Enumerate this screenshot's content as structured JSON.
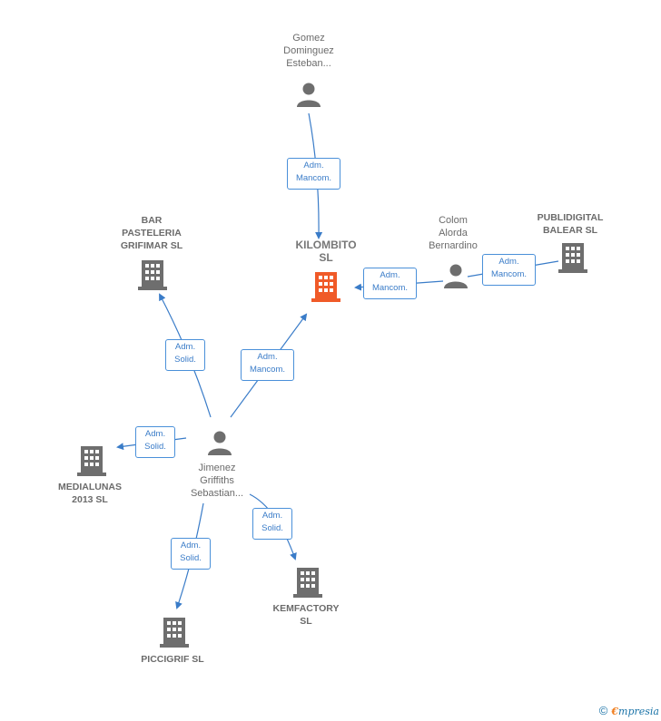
{
  "nodes": {
    "gomez": {
      "label": "Gomez\nDominguez\nEsteban...",
      "type": "person"
    },
    "kilombito": {
      "label": "KILOMBITO\nSL",
      "type": "company-main"
    },
    "colom": {
      "label": "Colom\nAlorda\nBernardino",
      "type": "person"
    },
    "publidigital": {
      "label": "PUBLIDIGITAL\nBALEAR SL",
      "type": "company"
    },
    "bar": {
      "label": "BAR\nPASTELERIA\nGRIFIMAR SL",
      "type": "company"
    },
    "jimenez": {
      "label": "Jimenez\nGriffiths\nSebastian...",
      "type": "person"
    },
    "medialunas": {
      "label": "MEDIALUNAS\n2013 SL",
      "type": "company"
    },
    "kemfactory": {
      "label": "KEMFACTORY\nSL",
      "type": "company"
    },
    "piccigrif": {
      "label": "PICCIGRIF SL",
      "type": "company"
    }
  },
  "edges": {
    "gomez_kilombito": "Adm.\nMancom.",
    "colom_kilombito": "Adm.\nMancom.",
    "colom_publidigital": "Adm.\nMancom.",
    "jimenez_bar": "Adm.\nSolid.",
    "jimenez_kilombito": "Adm.\nMancom.",
    "jimenez_medialunas": "Adm.\nSolid.",
    "jimenez_kemfactory": "Adm.\nSolid.",
    "jimenez_piccigrif": "Adm.\nSolid."
  },
  "colors": {
    "edge": "#3a7cc8",
    "icon_gray": "#6e6e6e",
    "highlight": "#f05a28"
  },
  "footer": {
    "copyright": "©",
    "brand_initial": "€",
    "brand_rest": "mpresia"
  }
}
